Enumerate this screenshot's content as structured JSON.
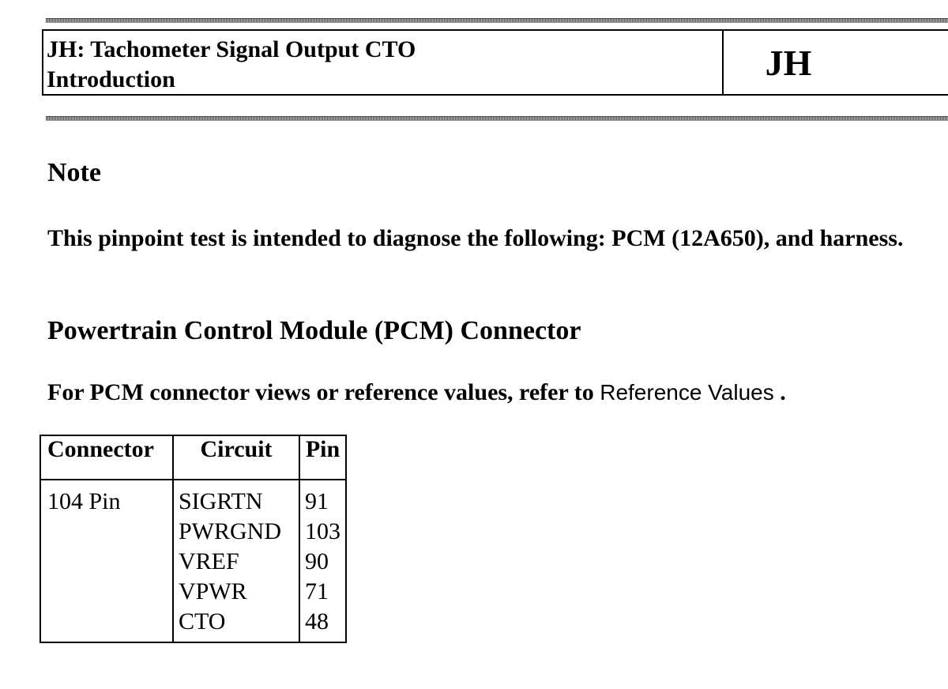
{
  "header": {
    "title_line1": "JH: Tachometer Signal Output CTO",
    "title_line2": "Introduction",
    "code": "JH"
  },
  "note": {
    "heading": "Note",
    "body": "This pinpoint test is intended to diagnose the following: PCM (12A650), and harness."
  },
  "pcm_section": {
    "heading": "Powertrain Control Module (PCM) Connector",
    "ref_prefix": "For PCM connector views or reference values, refer to ",
    "ref_link": "Reference Values",
    "ref_suffix": " ."
  },
  "table": {
    "headers": {
      "connector": "Connector",
      "circuit": "Circuit",
      "pin": "Pin"
    },
    "connector": "104 Pin",
    "rows": [
      {
        "circuit": "SIGRTN",
        "pin": "91"
      },
      {
        "circuit": "PWRGND",
        "pin": "103"
      },
      {
        "circuit": "VREF",
        "pin": "90"
      },
      {
        "circuit": "VPWR",
        "pin": "71"
      },
      {
        "circuit": "CTO",
        "pin": "48"
      }
    ]
  }
}
